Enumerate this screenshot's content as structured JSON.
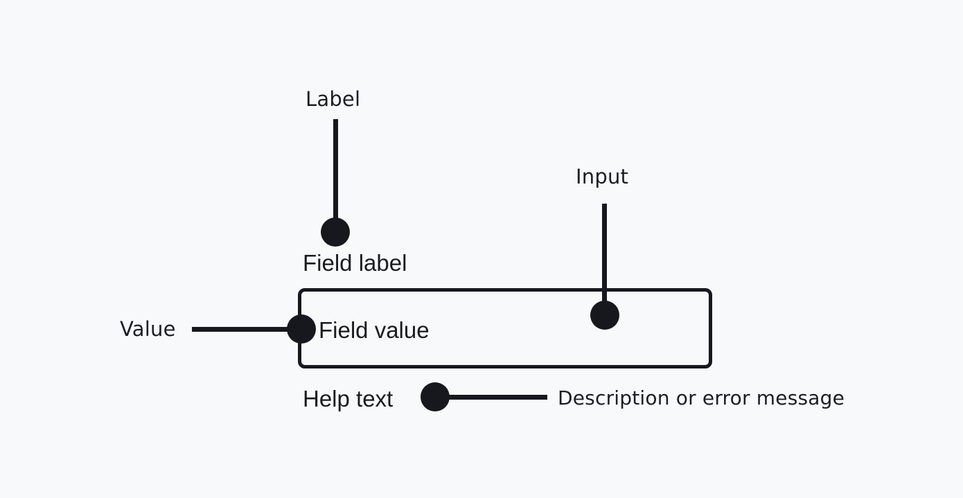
{
  "colors": {
    "background": "#f8f9fa",
    "ink": "#16181d",
    "annotation_text": "#1b1e23",
    "field_text": "#191b1e"
  },
  "diagram": {
    "annotations": {
      "label": "Label",
      "input": "Input",
      "value": "Value",
      "description": "Description or error message"
    },
    "field": {
      "label": "Field label",
      "value": "Field value",
      "help_text": "Help text"
    }
  }
}
